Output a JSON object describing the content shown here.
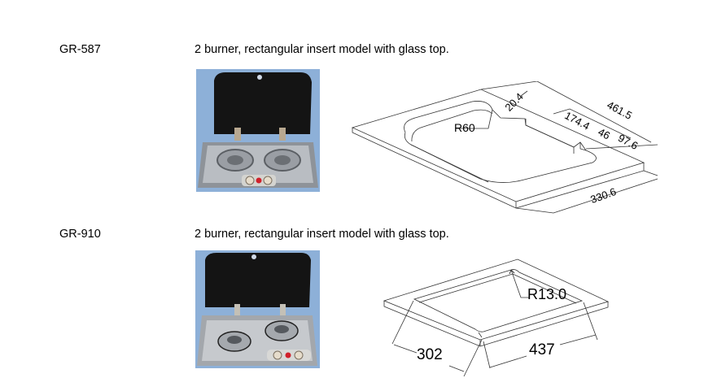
{
  "products": [
    {
      "model": "GR-587",
      "description": "2 burner, rectangular insert model with glass top.",
      "photo": "2-burner stove with black glass lid, two round burners and control panel with two knobs and red ignition button",
      "diagram": {
        "type": "isometric cutout drawing",
        "dimensions": {
          "radius": "R60",
          "d1": "20.4",
          "d2": "461.5",
          "d3": "174.4",
          "d4": "46",
          "d5": "97.6",
          "d6": "330.6"
        }
      }
    },
    {
      "model": "GR-910",
      "description": "2 burner, rectangular insert model with glass top.",
      "photo": "2-burner stove with black glass lid, offset burners with pan supports and control panel with two knobs and red ignition button",
      "diagram": {
        "type": "isometric frame drawing",
        "dimensions": {
          "radius": "R13.0",
          "width": "302",
          "length": "437"
        }
      }
    }
  ],
  "colors": {
    "line": "#333333",
    "photo_bg": "#8fb0d6",
    "lid": "#151515",
    "steel": "#b9bcc1",
    "ignition": "#d0202a"
  }
}
